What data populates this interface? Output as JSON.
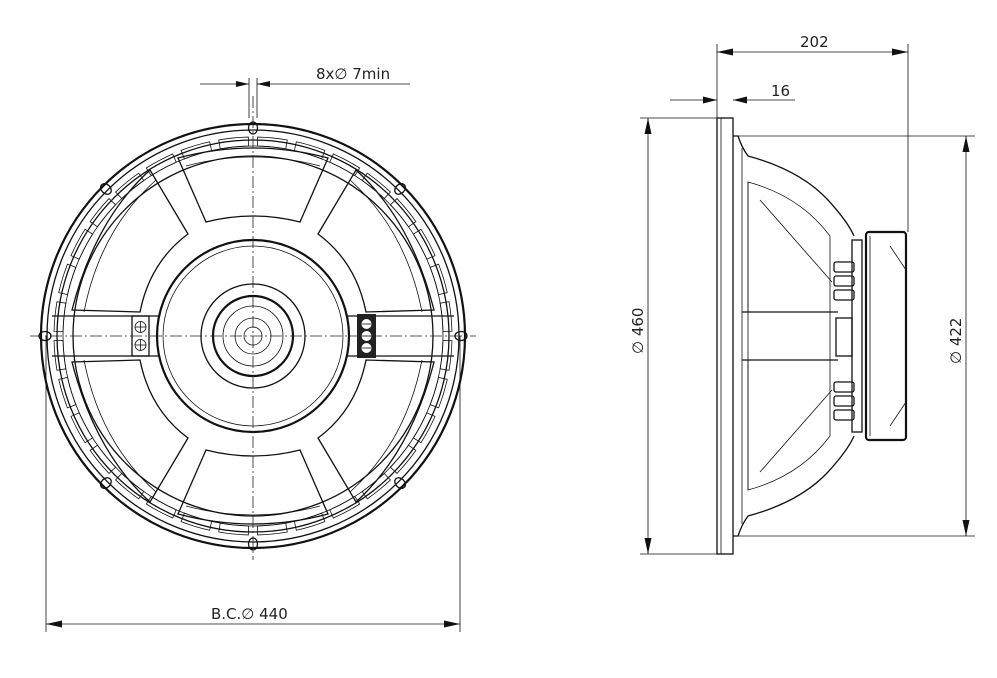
{
  "dimensions": {
    "bolt_holes": "8x∅ 7min",
    "bolt_circle": "B.C.∅ 440",
    "depth": "202",
    "flange_thickness": "16",
    "outer_diameter": "∅ 460",
    "baffle_cutout_diameter": "∅ 422"
  }
}
